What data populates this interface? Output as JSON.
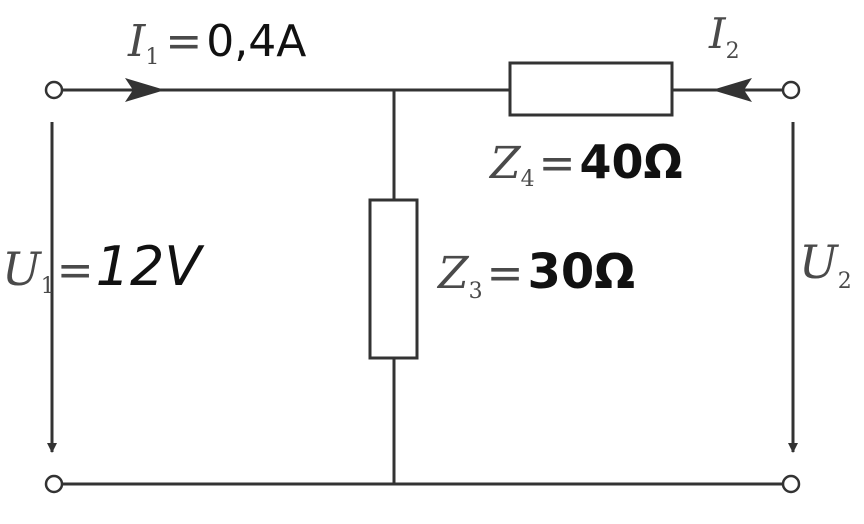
{
  "colors": {
    "wire": "#333333",
    "printed_text": "#4a4a4a",
    "handwriting": "#111111",
    "background": "#ffffff"
  },
  "labels": {
    "i1": {
      "symbol": "I",
      "sub": "1",
      "value": "0,4A"
    },
    "i2": {
      "symbol": "I",
      "sub": "2"
    },
    "z4": {
      "symbol": "Z",
      "sub": "4",
      "value": "40Ω"
    },
    "z3": {
      "symbol": "Z",
      "sub": "3",
      "value": "30Ω"
    },
    "u1": {
      "symbol": "U",
      "sub": "1",
      "value": "12V"
    },
    "u2": {
      "symbol": "U",
      "sub": "2"
    }
  }
}
